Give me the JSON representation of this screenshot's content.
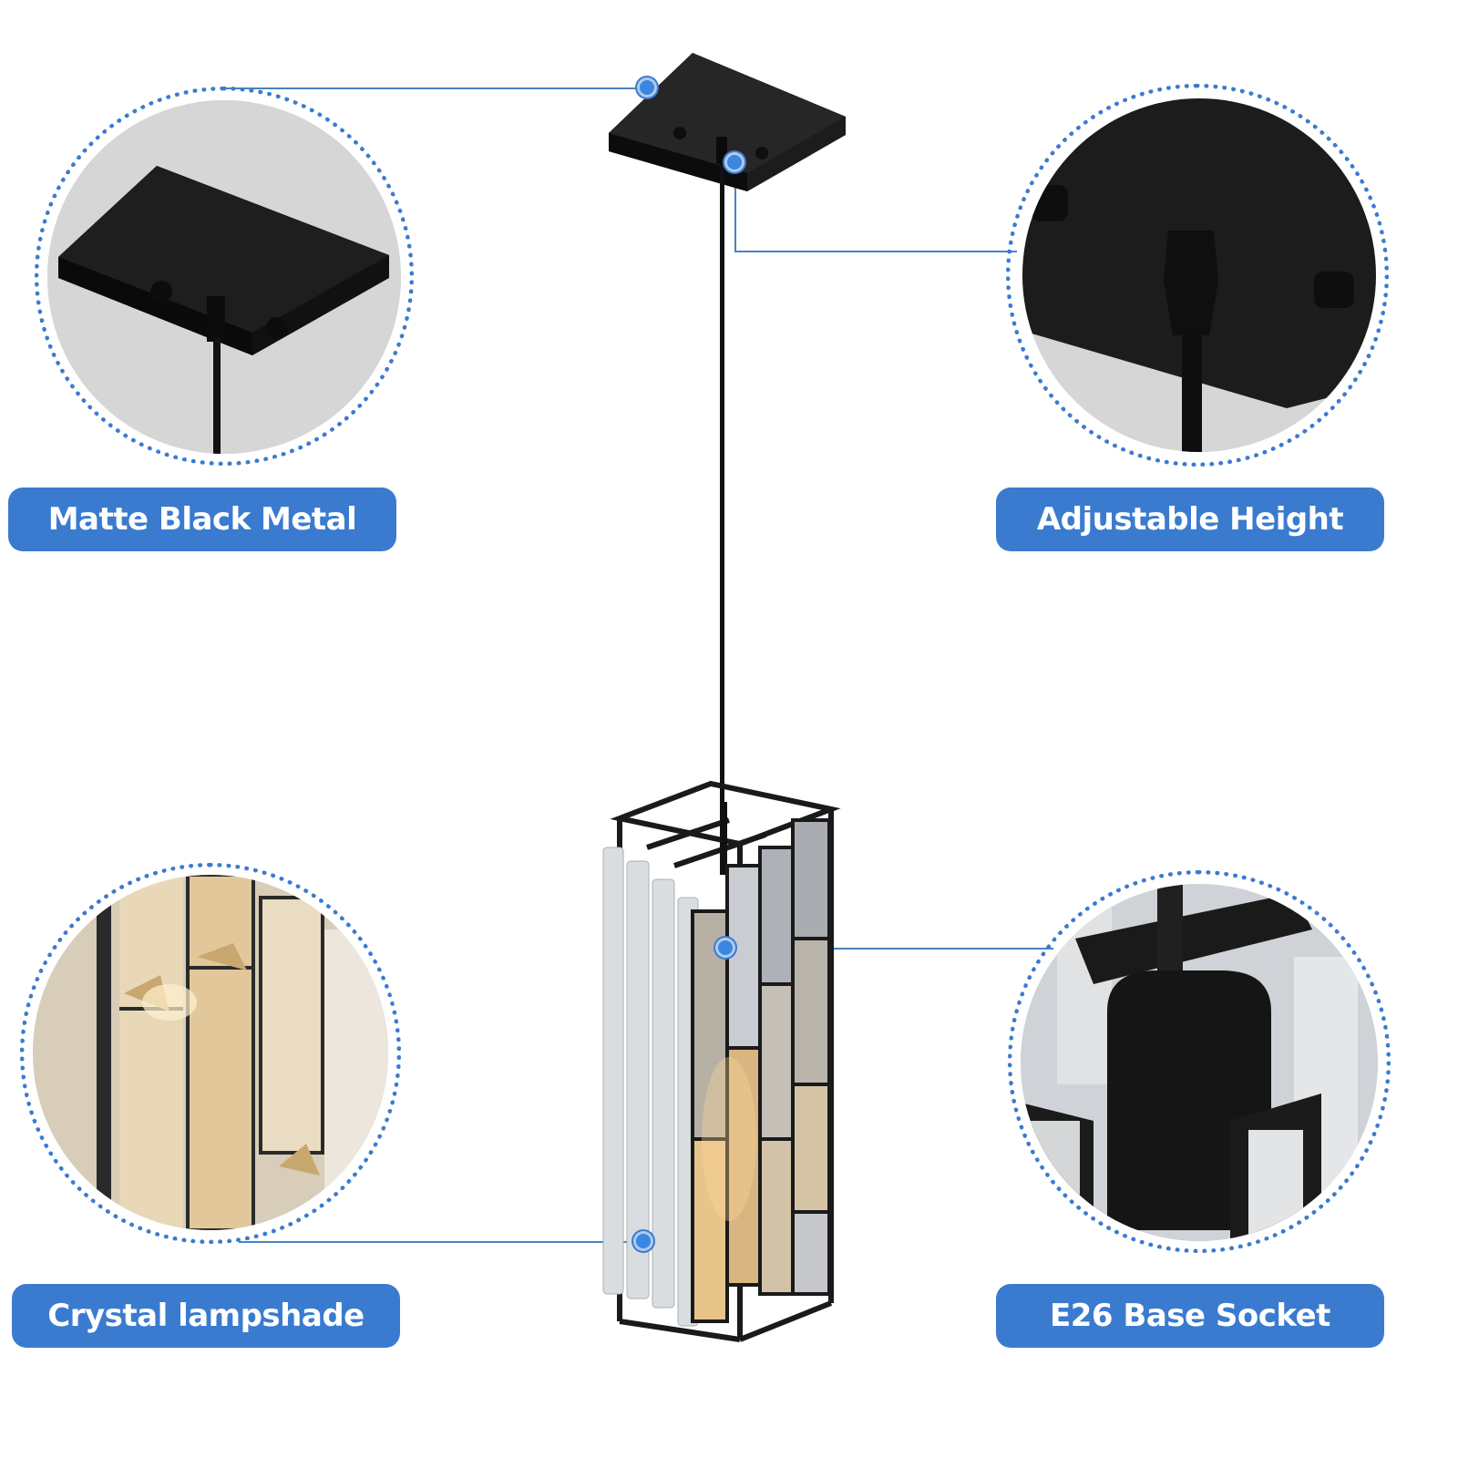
{
  "features": [
    {
      "id": "matte-black-metal",
      "label": "Matte Black Metal",
      "detail": "canopy-closeup"
    },
    {
      "id": "adjustable-height",
      "label": "Adjustable Height",
      "detail": "cord-grip-closeup"
    },
    {
      "id": "crystal-lampshade",
      "label": "Crystal lampshade",
      "detail": "crystal-panels-closeup"
    },
    {
      "id": "e26-base-socket",
      "label": "E26 Base Socket",
      "detail": "socket-closeup"
    }
  ],
  "colors": {
    "badge": "#3a7bd0",
    "dotted_ring": "#3a7bd0",
    "callout_dot": "#3a86e0",
    "leader_line": "#4a82c0",
    "fixture_black": "#1a1a1a",
    "circle_background": "#d6d6d6"
  }
}
